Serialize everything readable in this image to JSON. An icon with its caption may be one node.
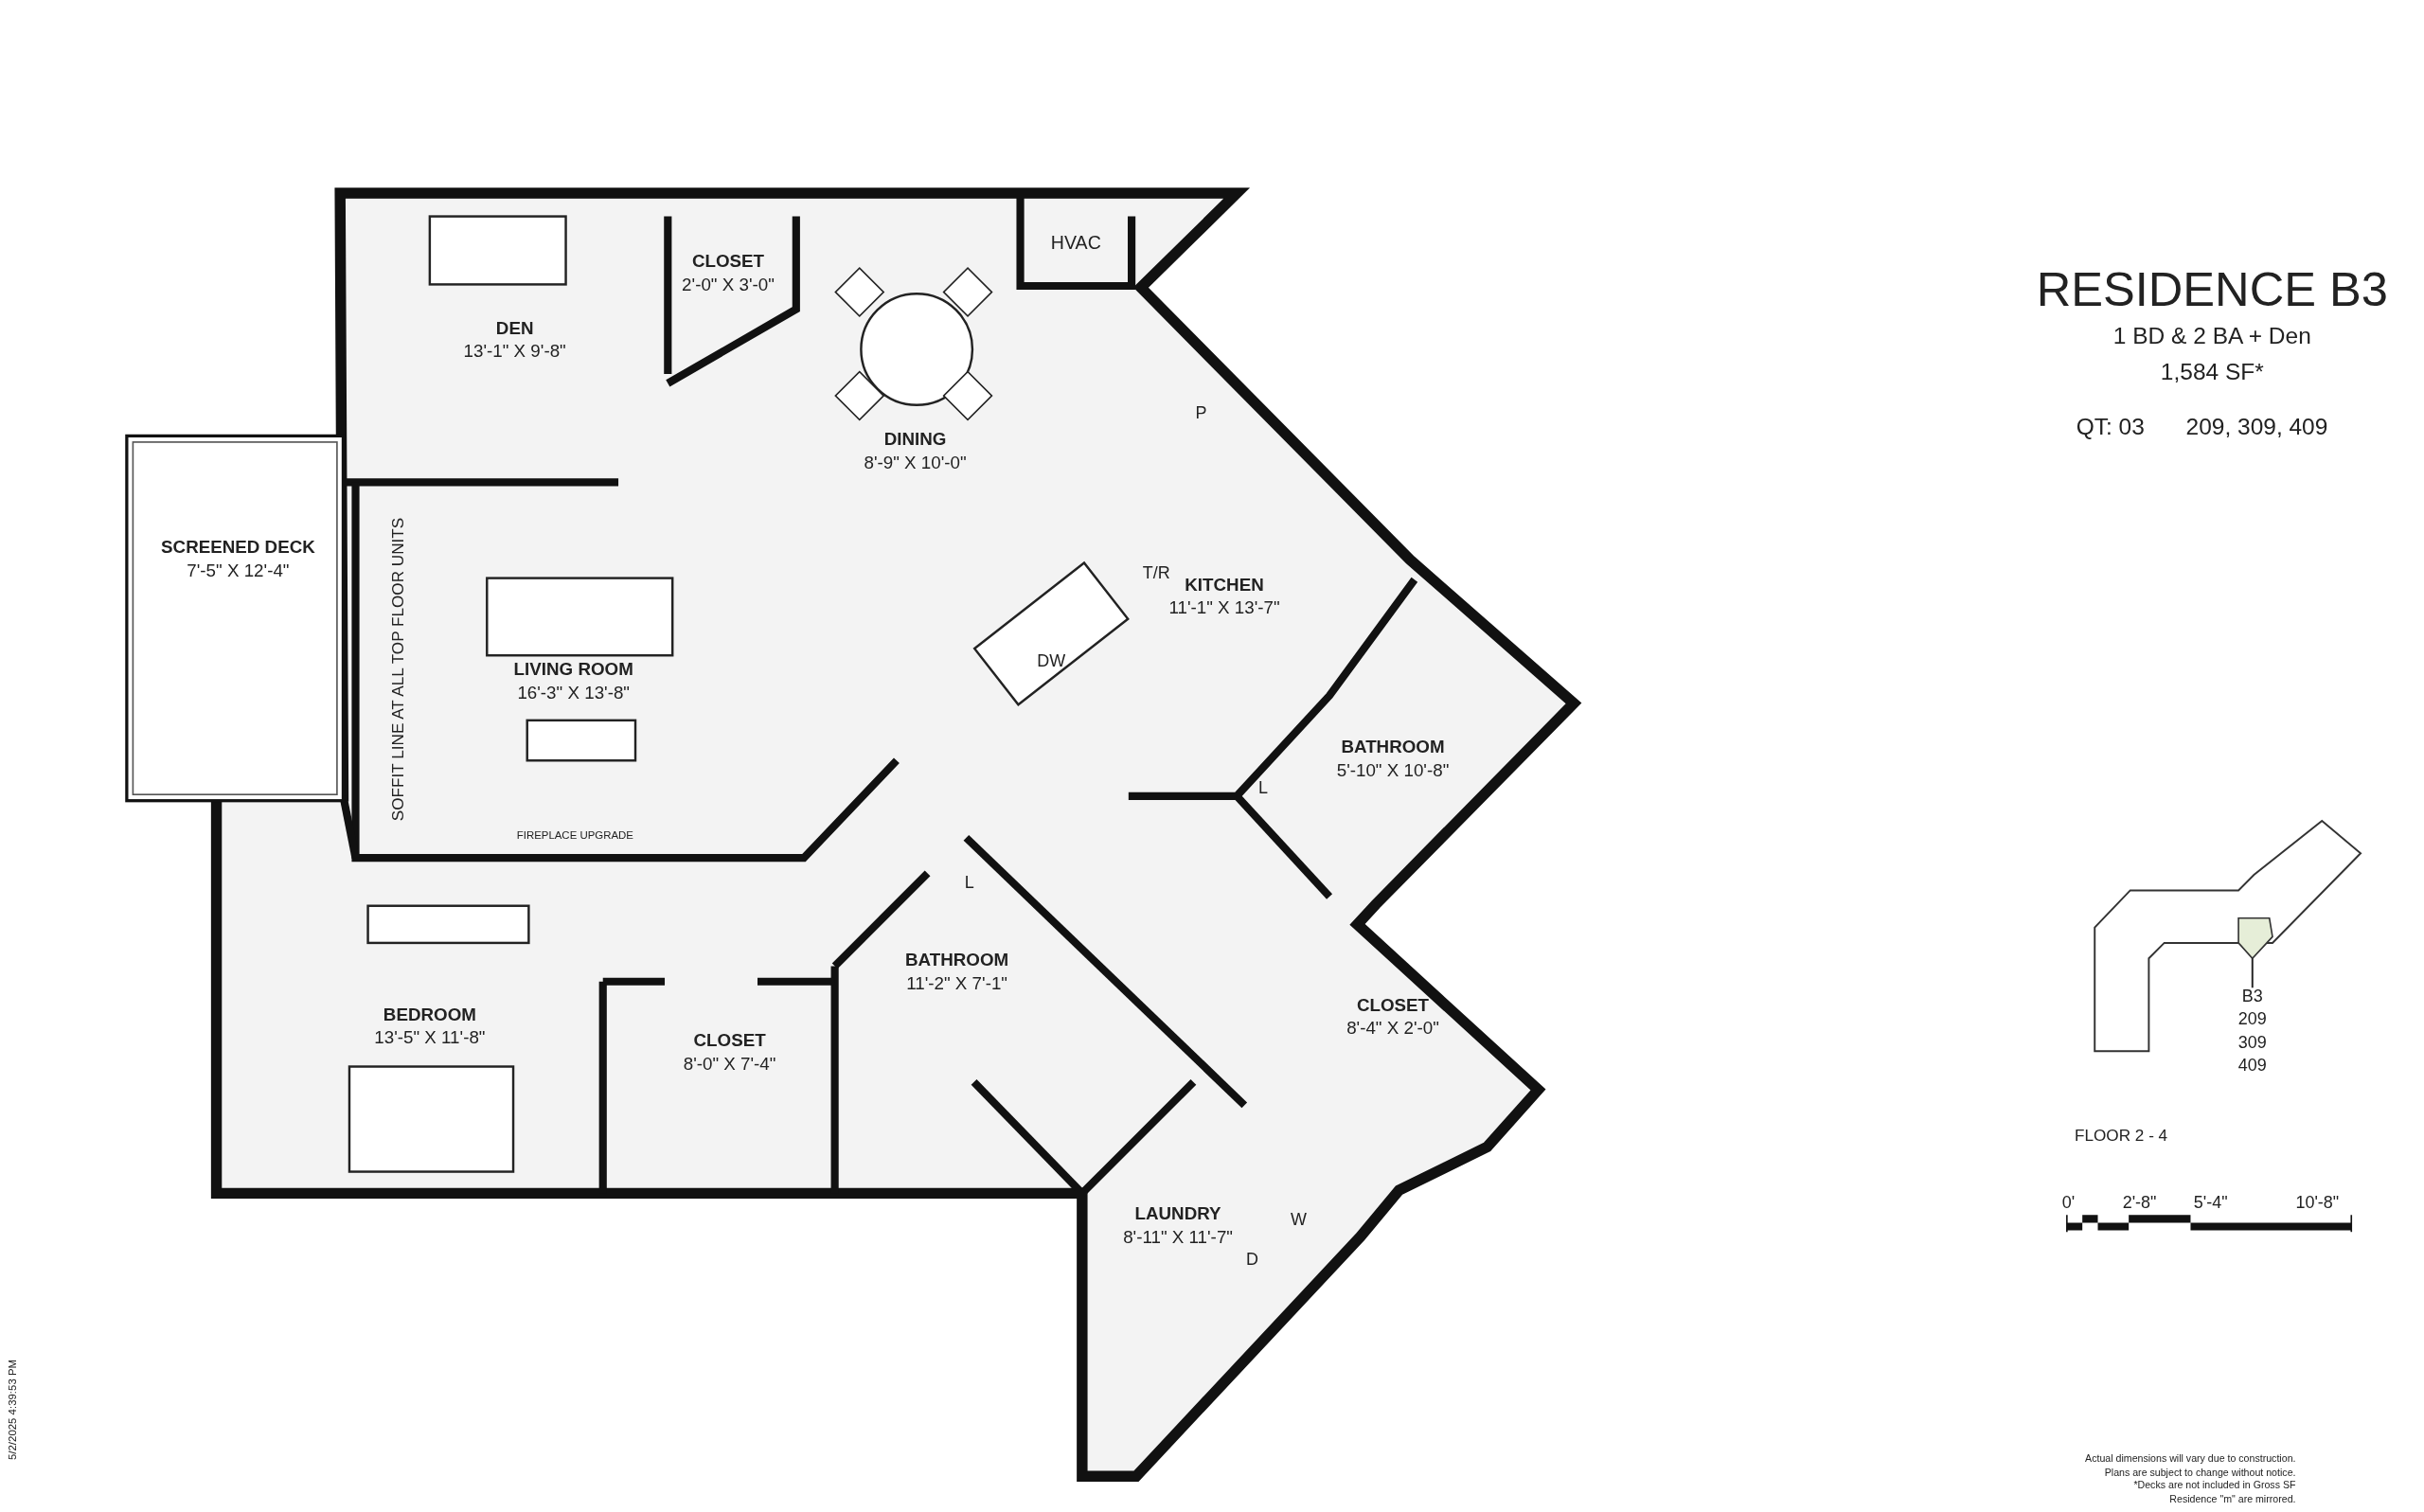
{
  "diagram": {
    "title": "RESIDENCE B3",
    "nodes": [
      {
        "text": [
          "DEN",
          "13'-1\" X 9'-8\""
        ]
      },
      {
        "text": [
          "CLOSET",
          "2'-0\" X 3'-0\""
        ]
      },
      {
        "text": [
          "DINING",
          "8'-9\" X 10'-0\""
        ]
      },
      {
        "text": [
          "SCREENED DECK",
          "7'-5\" X 12'-4\""
        ]
      },
      {
        "text": [
          "KITCHEN",
          "11'-1\" X 13'-7\""
        ]
      },
      {
        "text": [
          "LIVING ROOM",
          "16'-3\" X 13'-8\""
        ]
      },
      {
        "text": [
          "BATHROOM",
          "5'-10\" X 10'-8\""
        ]
      },
      {
        "text": [
          "BATHROOM",
          "11'-2\" X 7'-1\""
        ]
      },
      {
        "text": [
          "BEDROOM",
          "13'-5\" X 11'-8\""
        ]
      },
      {
        "text": [
          "CLOSET",
          "8'-0\" X 7'-4\""
        ]
      },
      {
        "text": [
          "CLOSET",
          "8'-4\" X 2'-0\""
        ]
      },
      {
        "text": [
          "LAUNDRY",
          "8'-11\" X 11'-7\""
        ]
      },
      {
        "text": [
          "HVAC"
        ]
      },
      {
        "text": [],
        "shape": "box"
      },
      {
        "text": [
          "B3",
          "209",
          "309",
          "409"
        ]
      }
    ],
    "edges": [
      {
        "from": 14,
        "to": 13,
        "arrow": "none"
      }
    ],
    "labels": [
      "1 BD & 2 BA + Den",
      "1,584 SF*",
      "QT: 03",
      "209, 309, 409",
      "SOFFIT LINE AT ALL TOP FLOOR UNITS",
      "FIREPLACE UPGRADE",
      "P",
      "T/R",
      "DW",
      "L",
      "L",
      "W",
      "D",
      "FLOOR 2 - 4",
      "0'",
      "2'-8\"",
      "5'-4\"",
      "10'-8\"",
      "Actual dimensions will vary due to construction.",
      "Plans are subject to change without notice.",
      "*Decks are not included in Gross SF",
      "Residence \"m\" are mirrored.",
      "5/2/2025 4:39:53 PM"
    ]
  }
}
